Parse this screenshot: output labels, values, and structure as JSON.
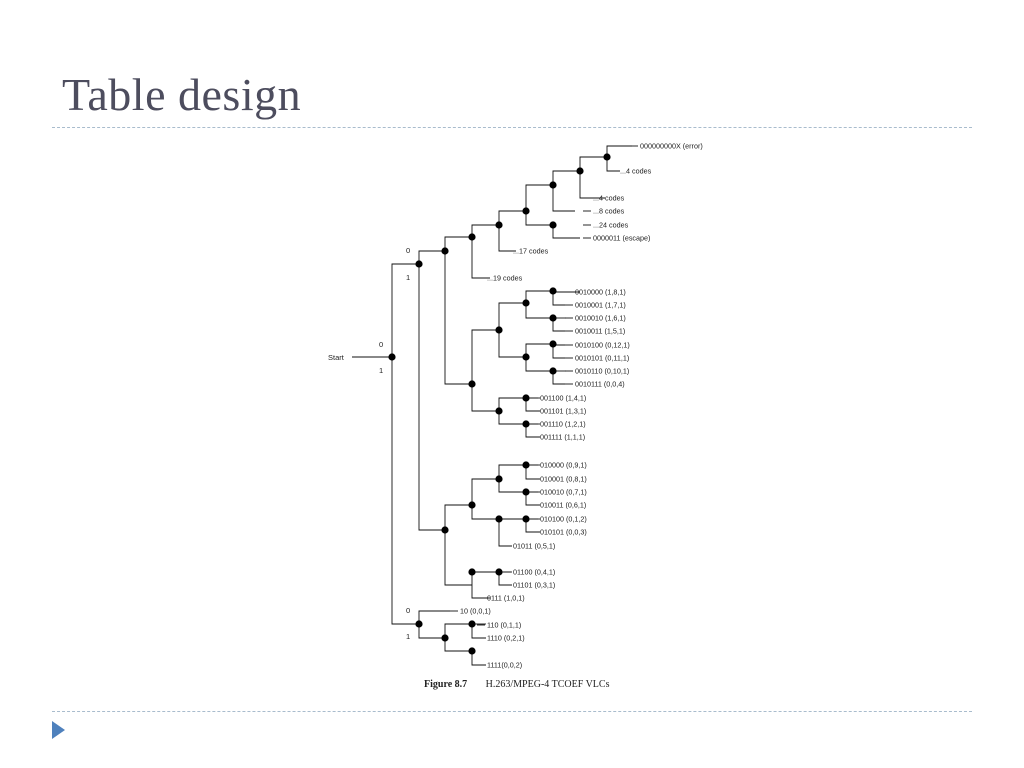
{
  "slide": {
    "title": "Table design",
    "caption_figure": "Figure 8.7",
    "caption_text": "H.263/MPEG-4 TCOEF VLCs"
  },
  "tree": {
    "start_label": "Start",
    "bit_labels": [
      "0",
      "1",
      "0",
      "1",
      "0",
      "1"
    ],
    "leaf_labels": [
      "000000000X (error)",
      "...4 codes",
      "...4 codes",
      "...8 codes",
      "...24 codes",
      "0000011 (escape)",
      "...17 codes",
      "...19 codes",
      "0010000 (1,8,1)",
      "0010001 (1,7,1)",
      "0010010 (1,6,1)",
      "0010011 (1,5,1)",
      "0010100 (0,12,1)",
      "0010101 (0,11,1)",
      "0010110 (0,10,1)",
      "0010111 (0,0,4)",
      "001100 (1,4,1)",
      "001101 (1,3,1)",
      "001110 (1,2,1)",
      "001111 (1,1,1)",
      "010000 (0,9,1)",
      "010001 (0,8,1)",
      "010010 (0,7,1)",
      "010011 (0,6,1)",
      "010100 (0,1,2)",
      "010101 (0,0,3)",
      "01011 (0,5,1)",
      "01100 (0,4,1)",
      "01101 (0,3,1)",
      "0111 (1,0,1)",
      "10 (0,0,1)",
      "110 (0,1,1)",
      "1110 (0,2,1)",
      "1111(0,0,2)"
    ]
  }
}
